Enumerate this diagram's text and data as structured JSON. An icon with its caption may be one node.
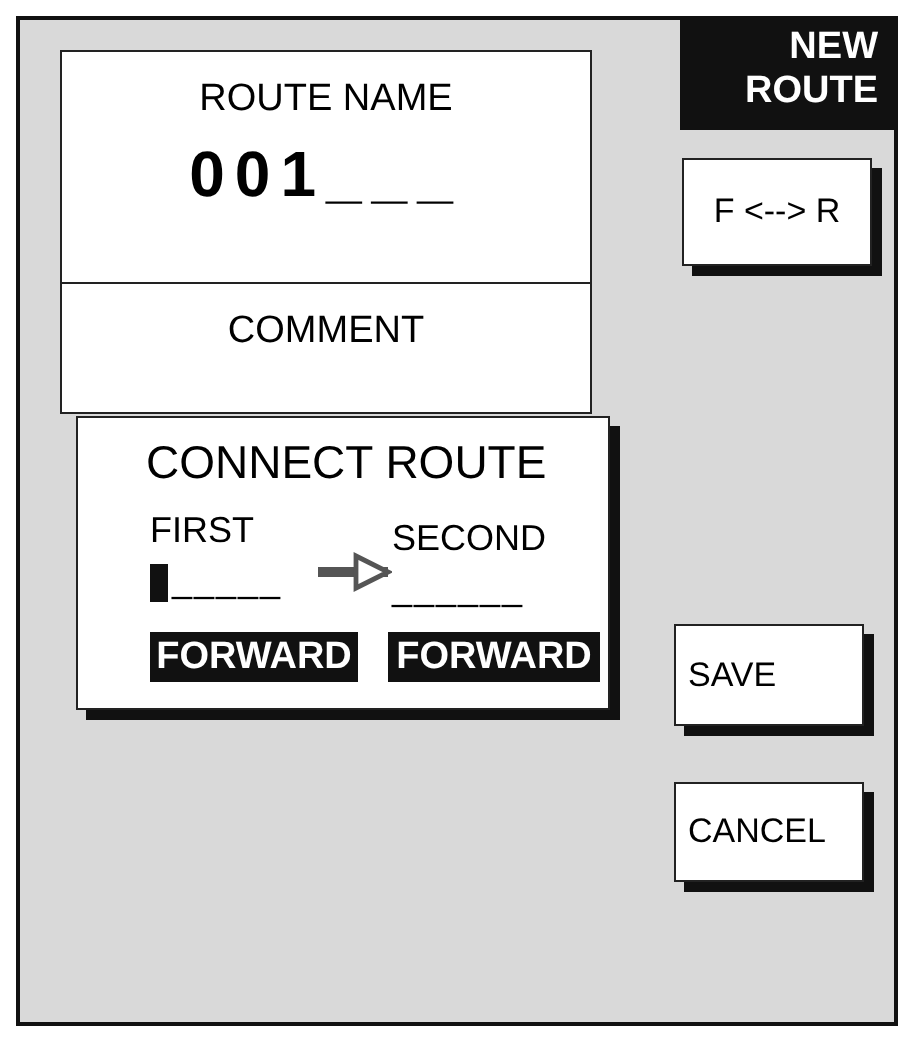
{
  "diagram": {
    "nodes": [
      {
        "text": [
          "ROUTE NAME",
          "001___"
        ]
      },
      {
        "text": [
          "NEW ROUTE"
        ]
      },
      {
        "text": [
          "F <--> R"
        ]
      },
      {
        "text": [
          "COMMENT"
        ]
      },
      {
        "text": [
          "CONNECT ROUTE"
        ]
      },
      {
        "text": [
          "FIRST",
          "_____"
        ],
        "in": 4
      },
      {
        "text": [
          "SECOND",
          "______"
        ],
        "in": 4
      },
      {
        "text": [
          "FORWARD"
        ],
        "in": 4
      },
      {
        "text": [
          "FORWARD"
        ],
        "in": 4
      },
      {
        "text": [
          "SAVE"
        ]
      },
      {
        "text": [
          "CANCEL"
        ]
      }
    ],
    "edges": [
      {
        "from": 5,
        "to": 6,
        "arrow": "to"
      }
    ]
  }
}
